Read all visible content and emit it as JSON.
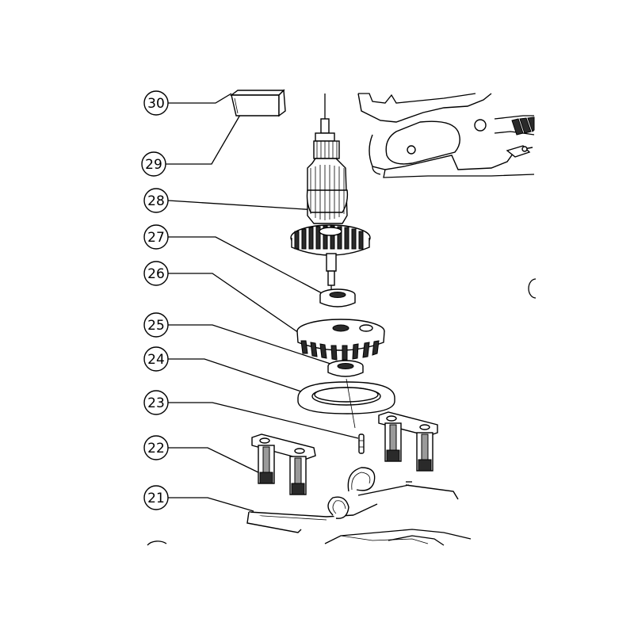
{
  "callouts": [
    {
      "id": "30"
    },
    {
      "id": "29"
    },
    {
      "id": "28"
    },
    {
      "id": "27"
    },
    {
      "id": "26"
    },
    {
      "id": "25"
    },
    {
      "id": "24"
    },
    {
      "id": "23"
    },
    {
      "id": "22"
    },
    {
      "id": "21"
    }
  ]
}
